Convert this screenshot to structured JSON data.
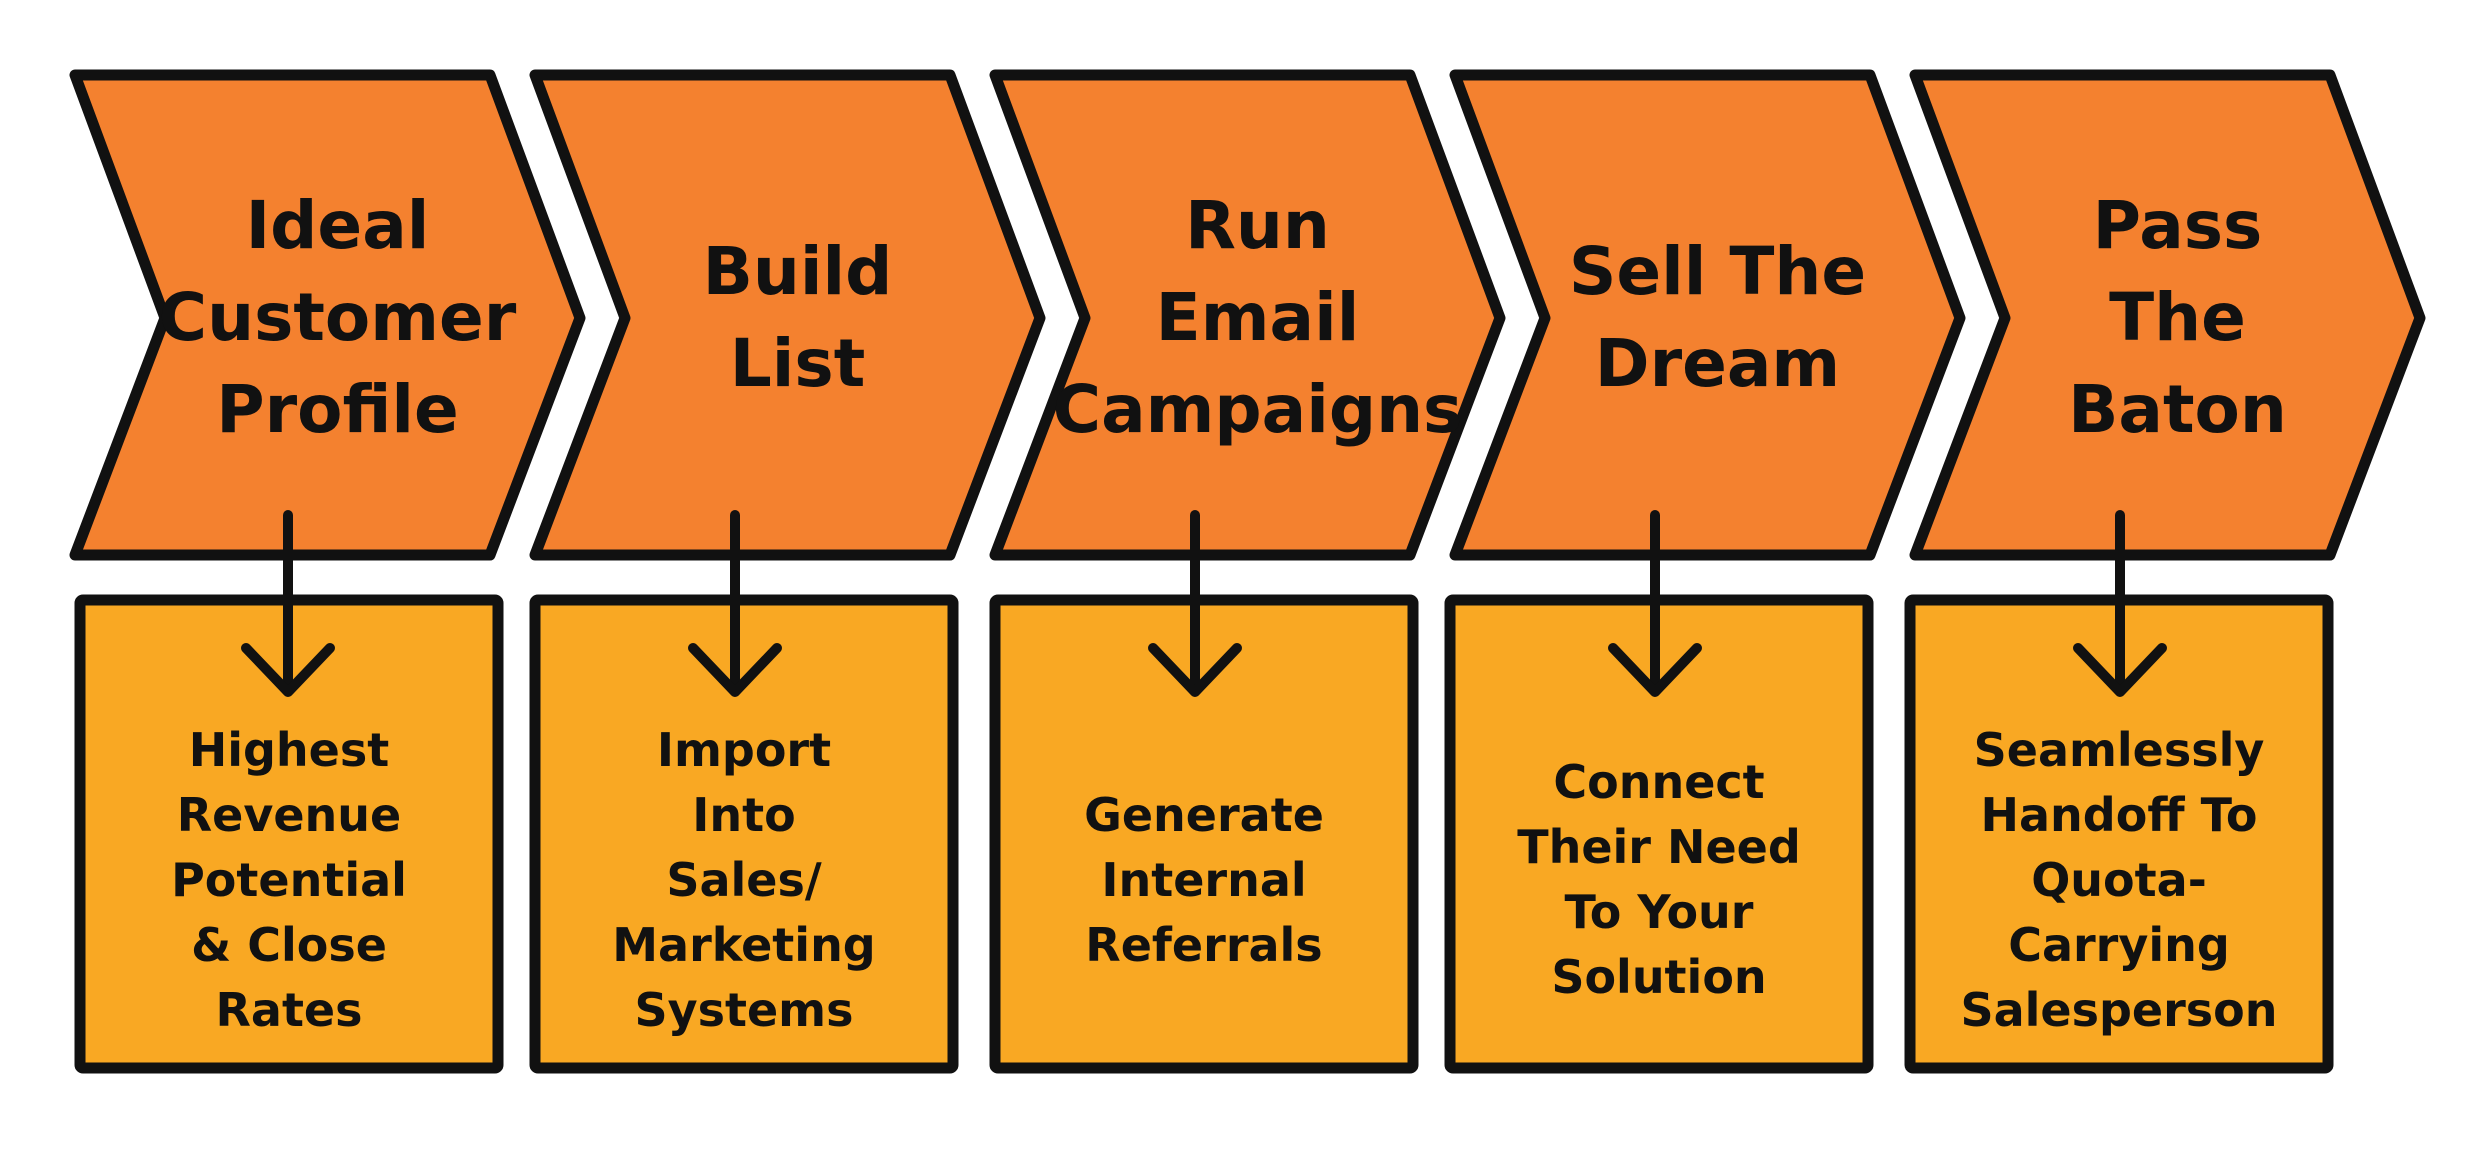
{
  "colors": {
    "chevron_fill": "#F4812F",
    "box_fill": "#F9A823",
    "outline": "#111111",
    "text": "#111111"
  },
  "steps": [
    {
      "title_lines": [
        "Ideal",
        "Customer",
        "Profile"
      ],
      "detail_lines": [
        "Highest",
        "Revenue",
        "Potential",
        "& Close",
        "Rates"
      ]
    },
    {
      "title_lines": [
        "Build",
        "List"
      ],
      "detail_lines": [
        "Import",
        "Into",
        "Sales/",
        "Marketing",
        "Systems"
      ]
    },
    {
      "title_lines": [
        "Run",
        "Email",
        "Campaigns"
      ],
      "detail_lines": [
        "Generate",
        "Internal",
        "Referrals"
      ]
    },
    {
      "title_lines": [
        "Sell The",
        "Dream"
      ],
      "detail_lines": [
        "Connect",
        "Their Need",
        "To Your",
        "Solution"
      ]
    },
    {
      "title_lines": [
        "Pass",
        "The",
        "Baton"
      ],
      "detail_lines": [
        "Seamlessly",
        "Handoff To",
        "Quota-",
        "Carrying",
        "Salesperson"
      ]
    }
  ]
}
